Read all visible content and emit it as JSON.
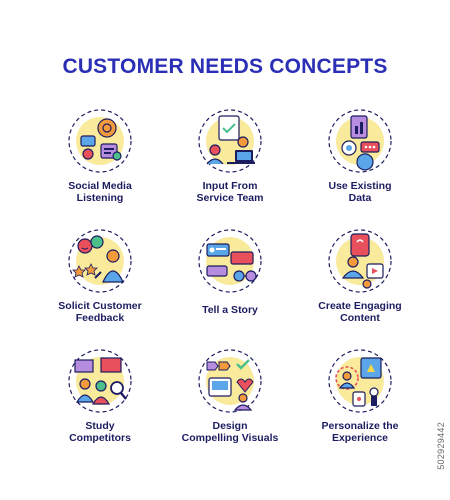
{
  "title": "CUSTOMER NEEDS CONCEPTS",
  "colors": {
    "title": "#2b2fb5",
    "label": "#1c1c60",
    "outline": "#1c1c60",
    "yellow": "#f5d84a",
    "blue": "#5aa6e8",
    "red": "#e8505b",
    "purple": "#b78de0",
    "green": "#4cc08a",
    "orange": "#f29a3c"
  },
  "items": [
    {
      "line1": "Social Media",
      "line2": "Listening",
      "icon": "social-listening-icon"
    },
    {
      "line1": "Input From",
      "line2": "Service Team",
      "icon": "service-team-icon"
    },
    {
      "line1": "Use Existing",
      "line2": "Data",
      "icon": "existing-data-icon"
    },
    {
      "line1": "Solicit Customer",
      "line2": "Feedback",
      "icon": "feedback-icon"
    },
    {
      "line1": "Tell a Story",
      "line2": "",
      "icon": "story-icon"
    },
    {
      "line1": "Create Engaging",
      "line2": "Content",
      "icon": "engaging-content-icon"
    },
    {
      "line1": "Study",
      "line2": "Competitors",
      "icon": "competitors-icon"
    },
    {
      "line1": "Design",
      "line2": "Compelling Visuals",
      "icon": "visuals-icon"
    },
    {
      "line1": "Personalize the",
      "line2": "Experience",
      "icon": "personalize-icon"
    }
  ],
  "watermark": "502929442"
}
